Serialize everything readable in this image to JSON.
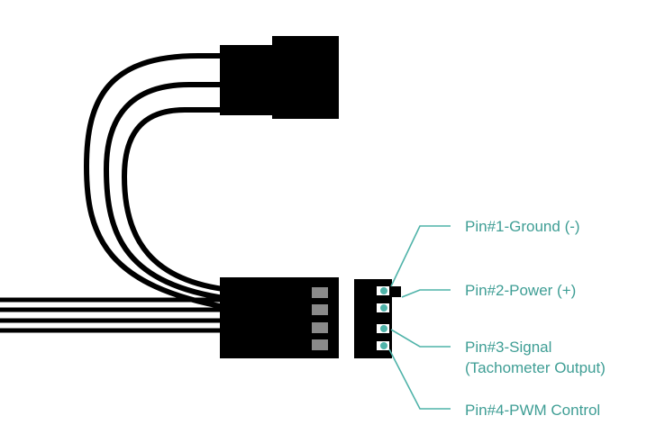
{
  "colors": {
    "wire": "#000000",
    "connector": "#000000",
    "pin_slot": "#8a8a8a",
    "pin_dot": "#4fb3a9",
    "leader_line": "#4fb3a9",
    "label_text": "#3f9e95",
    "background": "#ffffff"
  },
  "labels": {
    "pin1": "Pin#1-Ground (-)",
    "pin2": "Pin#2-Power (+)",
    "pin3_line1": "Pin#3-Signal",
    "pin3_line2": "(Tachometer Output)",
    "pin4": "Pin#4-PWM Control"
  }
}
